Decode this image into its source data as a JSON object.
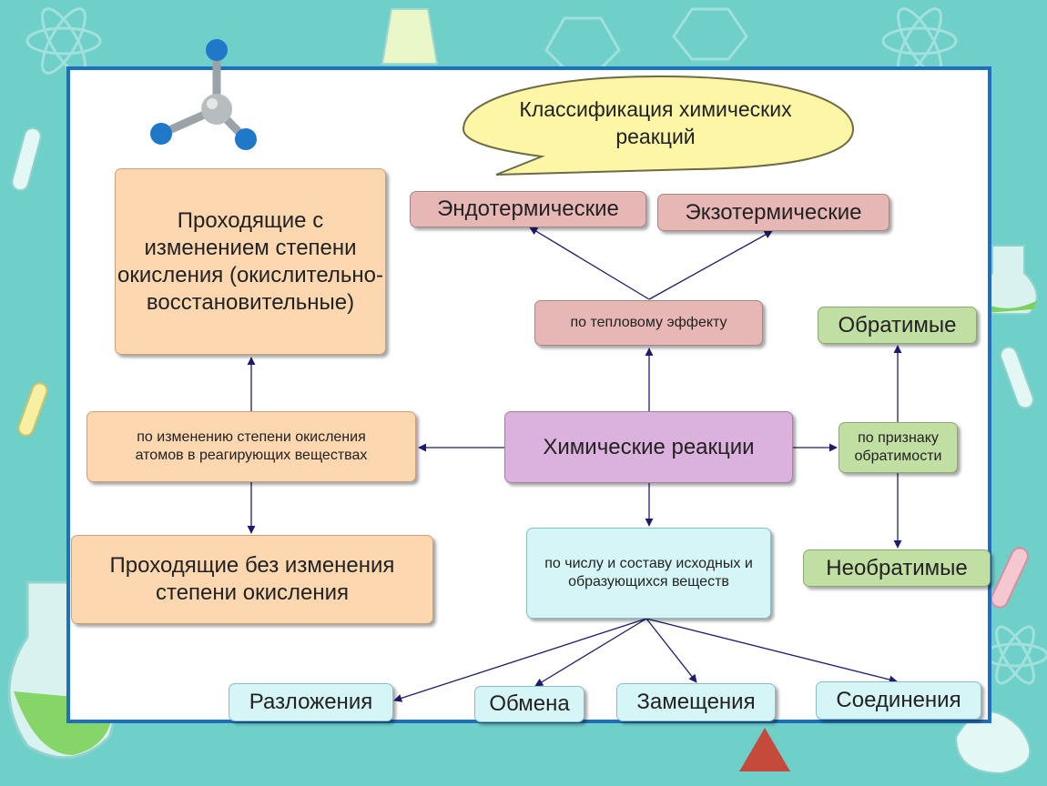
{
  "title": "Классификация химических реакций",
  "center": "Химические реакции",
  "oxidation": {
    "criterion": "по изменению степени окисления атомов в реагирующих веществах",
    "with_change": "Проходящие с изменением степени окисления (окислительно-восстановительные)",
    "without_change": "Проходящие без изменения степени окисления"
  },
  "thermal": {
    "criterion": "по тепловому эффекту",
    "endo": "Эндотермические",
    "exo": "Экзотермические"
  },
  "reversibility": {
    "criterion": "по признаку обратимости",
    "reversible": "Обратимые",
    "irreversible": "Необратимые"
  },
  "composition": {
    "criterion": "по числу и составу исходных и образующихся веществ",
    "decomposition": "Разложения",
    "exchange": "Обмена",
    "substitution": "Замещения",
    "compound": "Соединения"
  },
  "colors": {
    "background": "#6fcfc9",
    "panel_border": "#1f6fc0",
    "arrow": "#1c1c6e",
    "bubble": "#fcf6a6"
  }
}
